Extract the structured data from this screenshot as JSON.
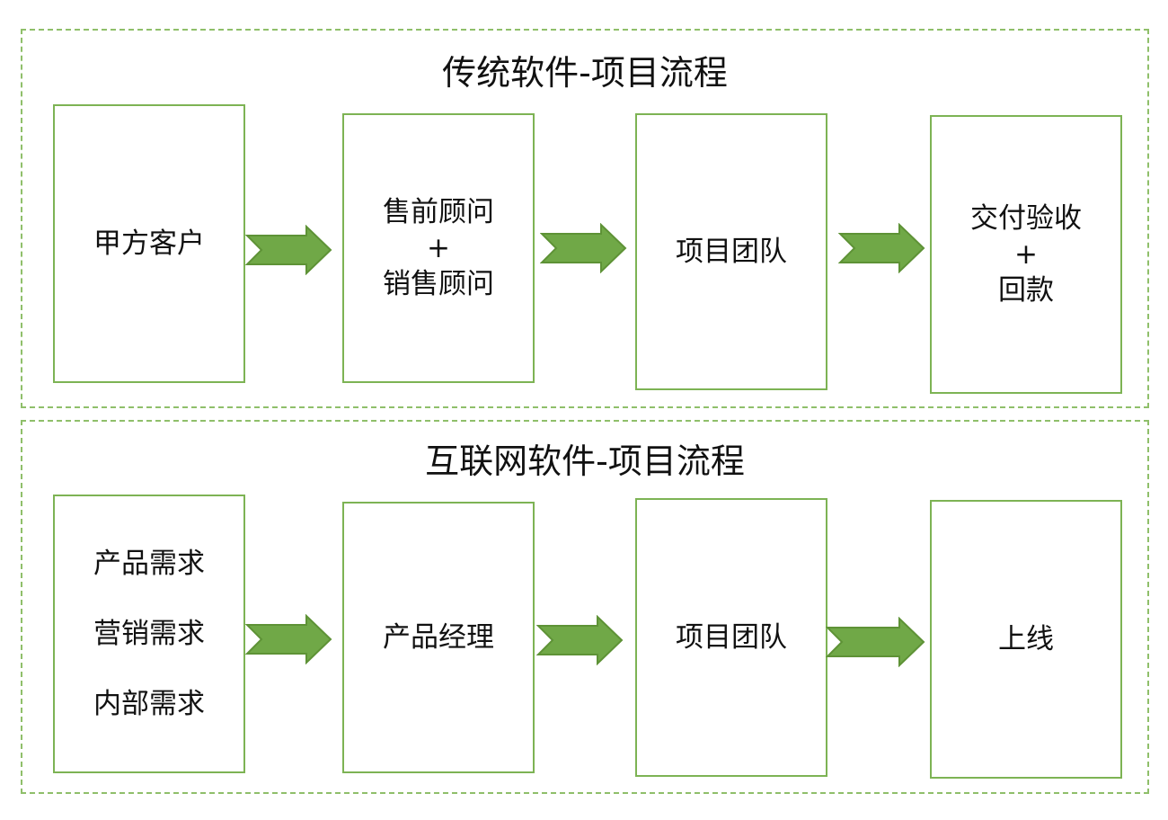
{
  "traditional": {
    "title": "传统软件-项目流程",
    "steps": {
      "client": "甲方客户",
      "consultants": "售前顾问\n+\n销售顾问",
      "team": "项目团队",
      "delivery": "交付验收\n+\n回款"
    }
  },
  "internet": {
    "title": "互联网软件-项目流程",
    "demands": [
      "产品需求",
      "营销需求",
      "内部需求"
    ],
    "steps": {
      "pm": "产品经理",
      "team": "项目团队",
      "launch": "上线"
    }
  },
  "colors": {
    "panel_border": "#8fbf6a",
    "box_border": "#7db354",
    "arrow_fill": "#70a847",
    "arrow_stroke": "#5e9236"
  }
}
